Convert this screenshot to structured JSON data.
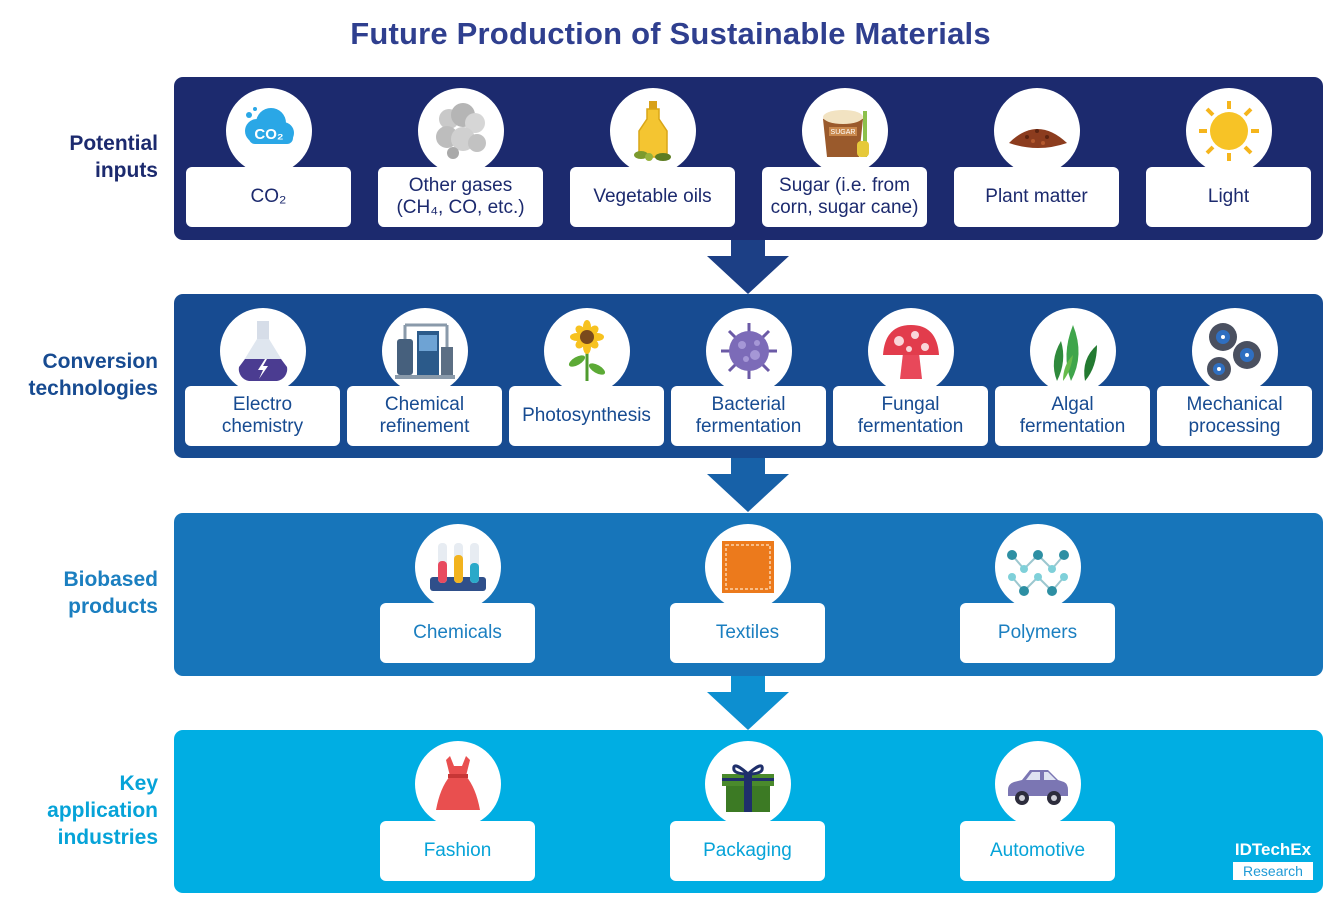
{
  "title": "Future Production of Sustainable Materials",
  "rows": [
    {
      "label_lines": [
        "Potential",
        "inputs"
      ],
      "color": "#1c2a6e",
      "label_color": "#1c2a6e",
      "items": [
        {
          "label_lines": [
            "CO₂"
          ],
          "icon": "co2-cloud-icon"
        },
        {
          "label_lines": [
            "Other gases",
            "(CH₄, CO, etc.)"
          ],
          "icon": "gas-cloud-icon"
        },
        {
          "label_lines": [
            "Vegetable oils"
          ],
          "icon": "oil-bottle-icon"
        },
        {
          "label_lines": [
            "Sugar (i.e. from",
            "corn, sugar cane)"
          ],
          "icon": "sugar-sack-icon"
        },
        {
          "label_lines": [
            "Plant matter"
          ],
          "icon": "plant-matter-icon"
        },
        {
          "label_lines": [
            "Light"
          ],
          "icon": "sun-icon"
        }
      ]
    },
    {
      "label_lines": [
        "Conversion",
        "technologies"
      ],
      "color": "#174b91",
      "label_color": "#174b91",
      "items": [
        {
          "label_lines": [
            "Electro",
            "chemistry"
          ],
          "icon": "flask-icon"
        },
        {
          "label_lines": [
            "Chemical",
            "refinement"
          ],
          "icon": "refinery-icon"
        },
        {
          "label_lines": [
            "Photosynthesis"
          ],
          "icon": "sunflower-icon"
        },
        {
          "label_lines": [
            "Bacterial",
            "fermentation"
          ],
          "icon": "bacteria-icon"
        },
        {
          "label_lines": [
            "Fungal",
            "fermentation"
          ],
          "icon": "mushroom-icon"
        },
        {
          "label_lines": [
            "Algal",
            "fermentation"
          ],
          "icon": "algae-icon"
        },
        {
          "label_lines": [
            "Mechanical",
            "processing"
          ],
          "icon": "gears-icon"
        }
      ]
    },
    {
      "label_lines": [
        "Biobased",
        "products"
      ],
      "color": "#1775ba",
      "label_color": "#1b7fc0",
      "items": [
        {
          "label_lines": [
            "Chemicals"
          ],
          "icon": "test-tubes-icon"
        },
        {
          "label_lines": [
            "Textiles"
          ],
          "icon": "fabric-icon"
        },
        {
          "label_lines": [
            "Polymers"
          ],
          "icon": "polymer-chain-icon"
        }
      ]
    },
    {
      "label_lines": [
        "Key",
        "application",
        "industries"
      ],
      "color": "#00aee3",
      "label_color": "#06a3d8",
      "items": [
        {
          "label_lines": [
            "Fashion"
          ],
          "icon": "dress-icon"
        },
        {
          "label_lines": [
            "Packaging"
          ],
          "icon": "gift-box-icon"
        },
        {
          "label_lines": [
            "Automotive"
          ],
          "icon": "car-icon"
        }
      ]
    }
  ],
  "arrow_colors": [
    "#1c3f85",
    "#1761a8",
    "#0d8fd0"
  ],
  "logo": {
    "line1": "IDTechEx",
    "line2": "Research"
  }
}
